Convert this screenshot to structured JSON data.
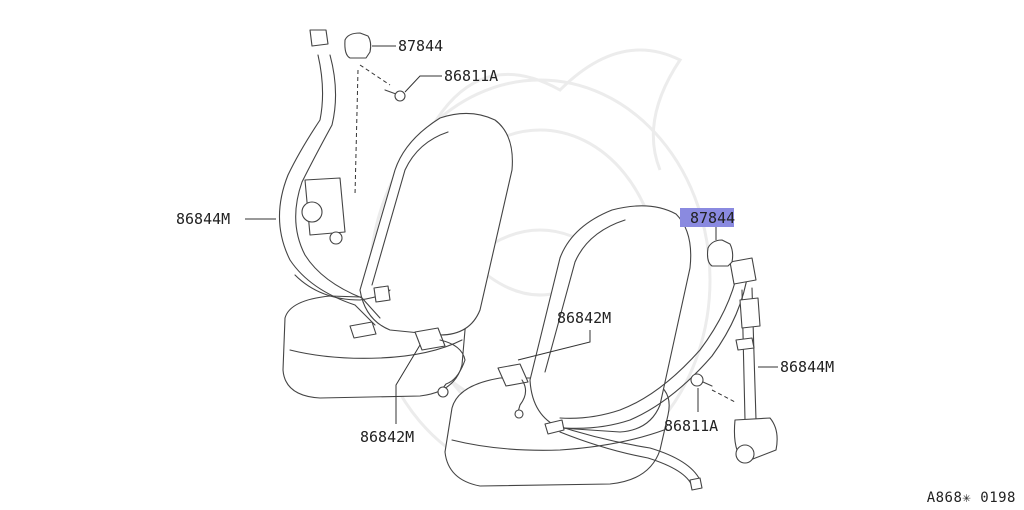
{
  "labels": {
    "left_clip_top": "87844",
    "left_bolt": "86811A",
    "left_retractor_belt": "86844M",
    "left_buckle": "86842M",
    "right_buckle": "86842M",
    "right_clip_top": "87844",
    "right_retractor_belt": "86844M",
    "right_bolt": "86811A"
  },
  "footer_code": "A868✳ 0198",
  "highlight_color": "#8a8ae0"
}
